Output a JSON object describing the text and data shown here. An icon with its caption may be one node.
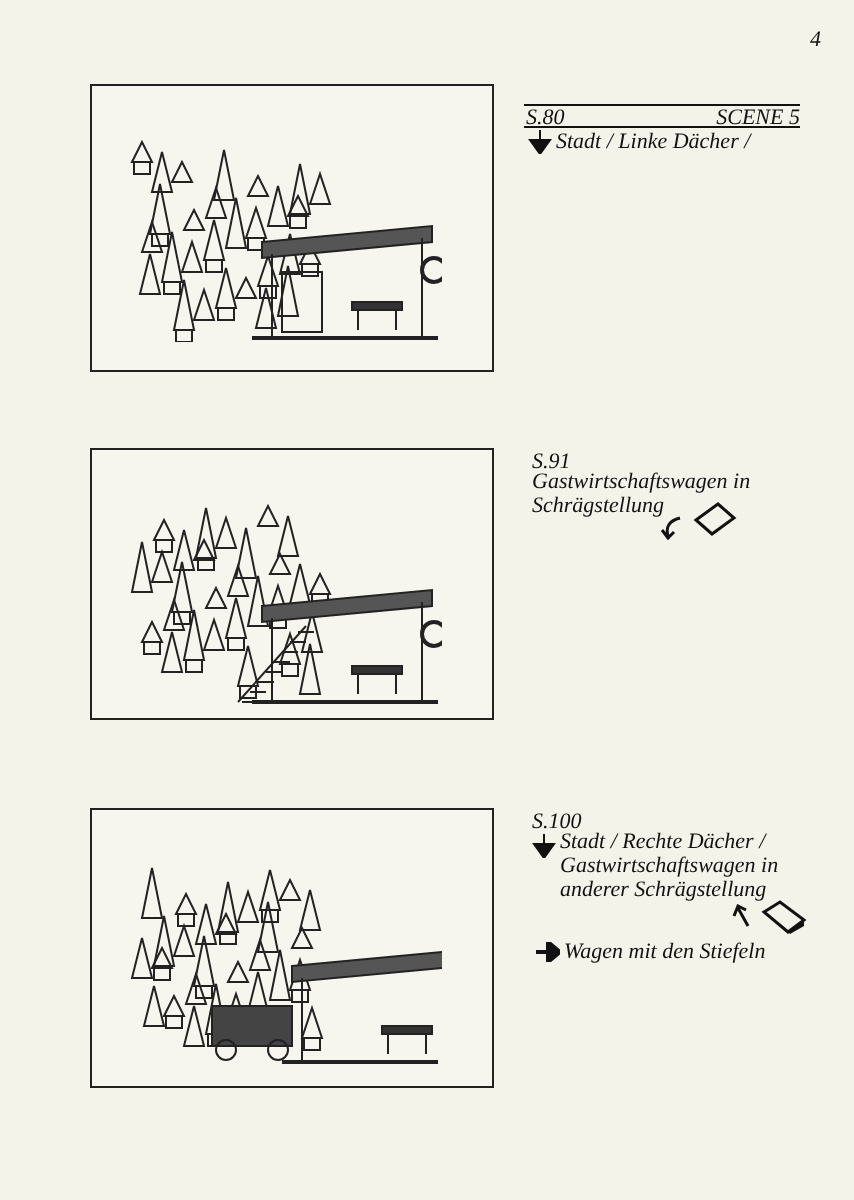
{
  "diagram": {
    "labels": [
      "4",
      "S.80",
      "SCENE 5",
      "Stadt / Linke Dächer /",
      "S.91",
      "Gastwirtschaftswagen in Schrägstellung",
      "S.100",
      "Stadt / Rechte Dächer / Gastwirtschaftswagen in anderer Schrägstellung",
      "Wagen mit den Stiefeln"
    ]
  }
}
